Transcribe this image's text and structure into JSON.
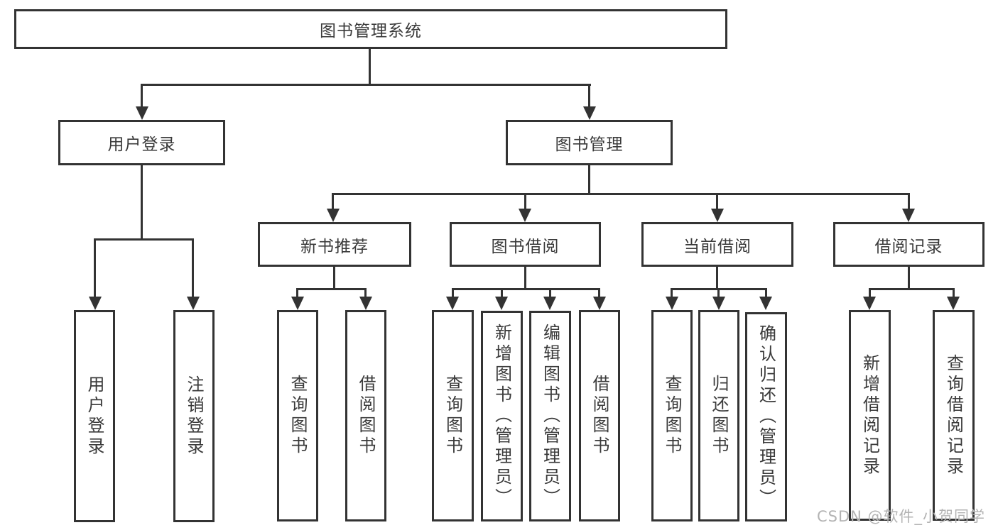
{
  "diagram_title": "图书管理系统",
  "watermark": "CSDN @软件_小贺同学",
  "colors": {
    "line": "#333333",
    "node_border": "#333333",
    "node_fill": "#ffffff",
    "text": "#3a3a3a",
    "watermark": "#b3b3b3",
    "background": "#ffffff"
  },
  "hierarchy": {
    "label": "图书管理系统",
    "children": [
      {
        "label": "用户登录",
        "children": [
          {
            "label": "用户登录"
          },
          {
            "label": "注销登录"
          }
        ]
      },
      {
        "label": "图书管理",
        "children": [
          {
            "label": "新书推荐",
            "children": [
              {
                "label": "查询图书"
              },
              {
                "label": "借阅图书"
              }
            ]
          },
          {
            "label": "图书借阅",
            "children": [
              {
                "label": "查询图书"
              },
              {
                "label": "新增图书（管理员）"
              },
              {
                "label": "编辑图书（管理员）"
              },
              {
                "label": "借阅图书"
              }
            ]
          },
          {
            "label": "当前借阅",
            "children": [
              {
                "label": "查询图书"
              },
              {
                "label": "归还图书"
              },
              {
                "label": "确认归还（管理员）"
              }
            ]
          },
          {
            "label": "借阅记录",
            "children": [
              {
                "label": "新增借阅记录"
              },
              {
                "label": "查询借阅记录"
              }
            ]
          }
        ]
      }
    ]
  }
}
